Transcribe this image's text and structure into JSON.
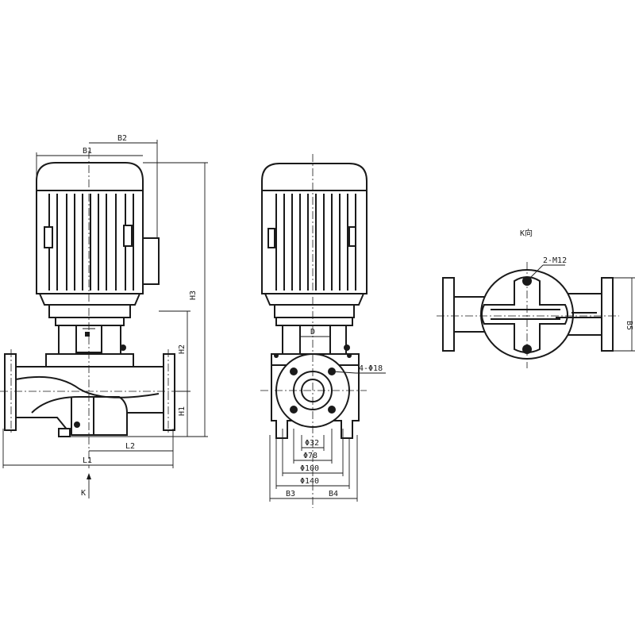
{
  "labels": {
    "b1": "B1",
    "b2": "B2",
    "h1": "H1",
    "h2": "H2",
    "h3": "H3",
    "l1": "L1",
    "l2": "L2",
    "k": "K",
    "d": "D",
    "bolt_holes": "4-Φ18",
    "dia32": "Φ32",
    "dia78": "Φ78",
    "dia100": "Φ100",
    "dia140": "Φ140",
    "b3": "B3",
    "b4": "B4",
    "k_view": "K向",
    "m12": "2-M12",
    "b5": "B5"
  }
}
